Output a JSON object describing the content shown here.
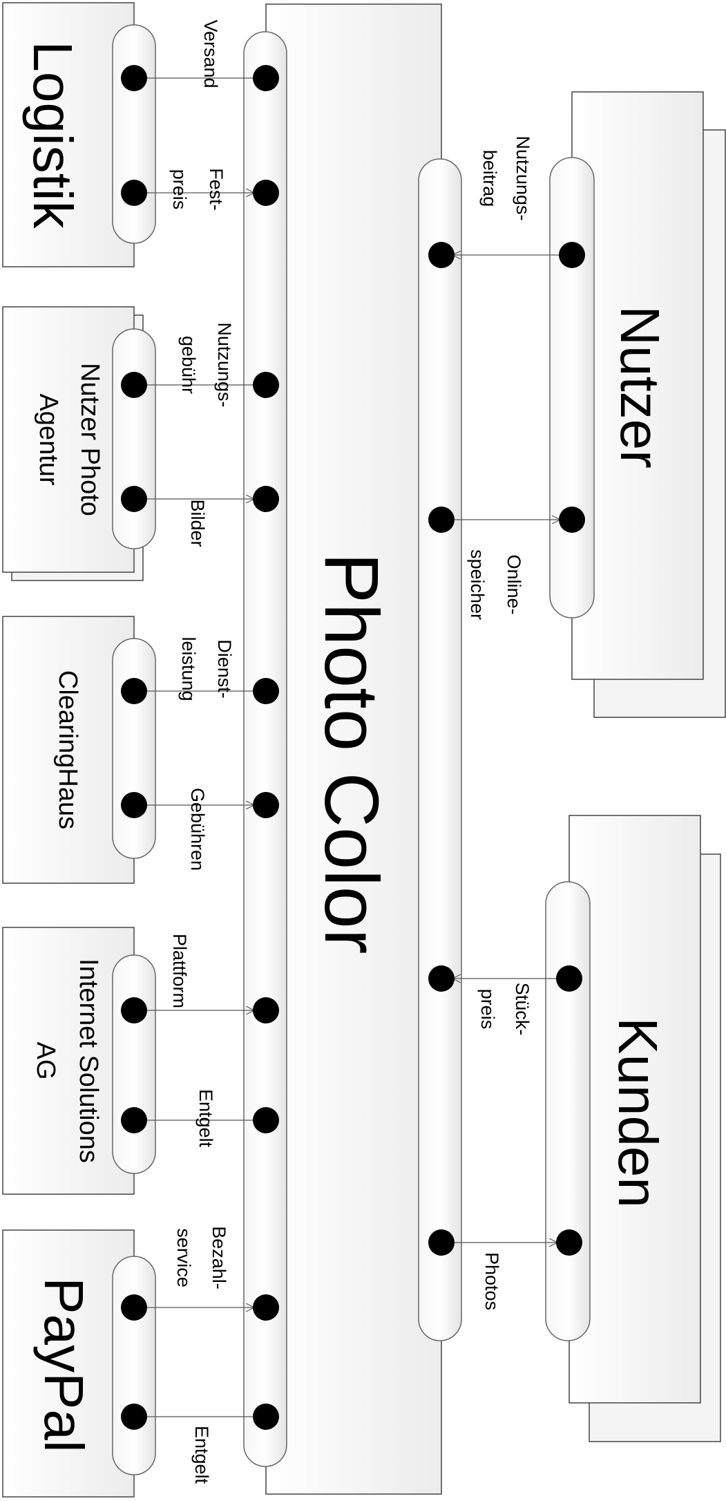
{
  "diagram": {
    "center": {
      "title": "Photo Color"
    },
    "partners": {
      "logistik": {
        "title": "Logistik",
        "edges": [
          "Versand",
          "Fest-",
          "preis"
        ]
      },
      "agentur": {
        "title_line1": "Nutzer Photo",
        "title_line2": "Agentur",
        "edges": [
          "Nutzungs-",
          "gebühr",
          "Bilder"
        ]
      },
      "clearing": {
        "title": "ClearingHaus",
        "edges": [
          "Dienst-",
          "leistung",
          "Gebühren"
        ]
      },
      "internet": {
        "title_line1": "Internet Solutions",
        "title_line2": "AG",
        "edges": [
          "Plattform",
          "Entgelt"
        ]
      },
      "paypal": {
        "title": "PayPal",
        "edges": [
          "Bezahl-",
          "service",
          "Entgelt"
        ]
      },
      "nutzer": {
        "title": "Nutzer",
        "edges": [
          "Nutzungs-",
          "beitrag",
          "Online-",
          "speicher"
        ]
      },
      "kunden": {
        "title": "Kunden",
        "edges": [
          "Stück-",
          "preis",
          "Photos"
        ]
      }
    }
  }
}
